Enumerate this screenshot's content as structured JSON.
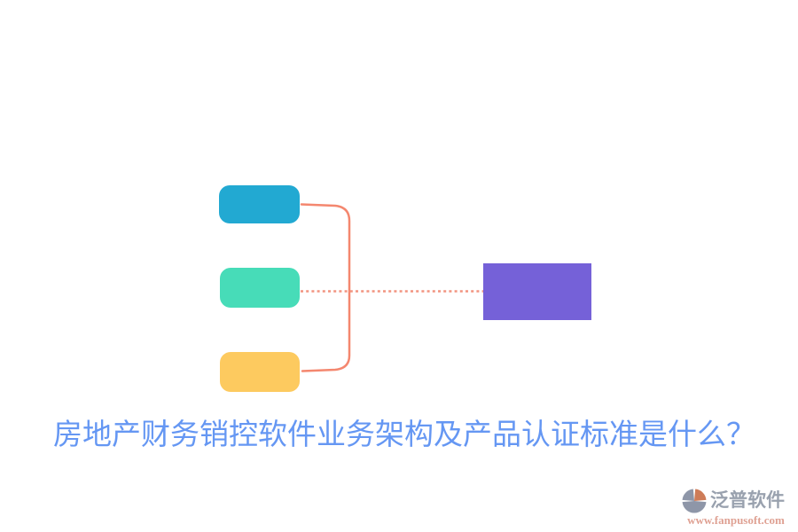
{
  "title": {
    "text": "房地产财务销控软件业务架构及产品认证标准是什么？",
    "color": "#6597F3"
  },
  "diagram": {
    "nodes": [
      {
        "id": "left-top",
        "label": "",
        "color": "#22A9D2"
      },
      {
        "id": "left-middle",
        "label": "",
        "color": "#47DCB8"
      },
      {
        "id": "left-bottom",
        "label": "",
        "color": "#FDCA5F"
      },
      {
        "id": "right-target",
        "label": "",
        "color": "#7561D8"
      }
    ],
    "connector_color": "#F4876F",
    "dotted_connector_color": "#F29480"
  },
  "watermark": {
    "brand": "泛普软件",
    "url": "www.fanpusoft.com",
    "brand_color": "#99A1AE",
    "url_color": "#DFA193",
    "icon_gray": "#8E96A8",
    "icon_orange": "#CE7C58"
  }
}
